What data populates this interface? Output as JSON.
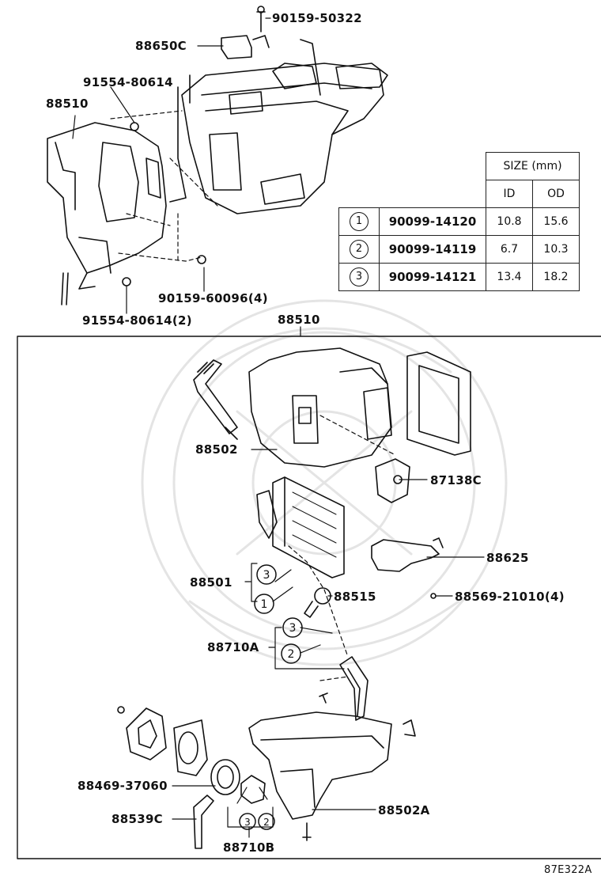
{
  "callouts": {
    "bolt_top": "90159-50322",
    "module_top": "88650C",
    "screw_left": "91554-80614",
    "unit_left": "88510",
    "screw_bottom": "90159-60096(4)",
    "screw_bottom_left": "91554-80614(2)",
    "unit_main": "88510",
    "case_upper": "88502",
    "sensor": "87138C",
    "evaporator": "88501",
    "valve": "88515",
    "thermistor": "88625",
    "clip": "88569-21010(4)",
    "pipe_a": "88710A",
    "gasket": "88469-37060",
    "drain_hose": "88539C",
    "case_lower": "88502A",
    "pipe_b": "88710B"
  },
  "markers": {
    "evap_top": "3",
    "evap_bottom": "1",
    "pipe_a_top": "3",
    "pipe_a_bottom": "2",
    "pipe_b_left": "3",
    "pipe_b_right": "2"
  },
  "size_table": {
    "header": "SIZE (mm)",
    "col_id": "ID",
    "col_od": "OD",
    "rows": [
      {
        "no": "1",
        "part": "90099-14120",
        "id": "10.8",
        "od": "15.6"
      },
      {
        "no": "2",
        "part": "90099-14119",
        "id": "6.7",
        "od": "10.3"
      },
      {
        "no": "3",
        "part": "90099-14121",
        "id": "13.4",
        "od": "18.2"
      }
    ]
  },
  "figure_code": "87E322A"
}
